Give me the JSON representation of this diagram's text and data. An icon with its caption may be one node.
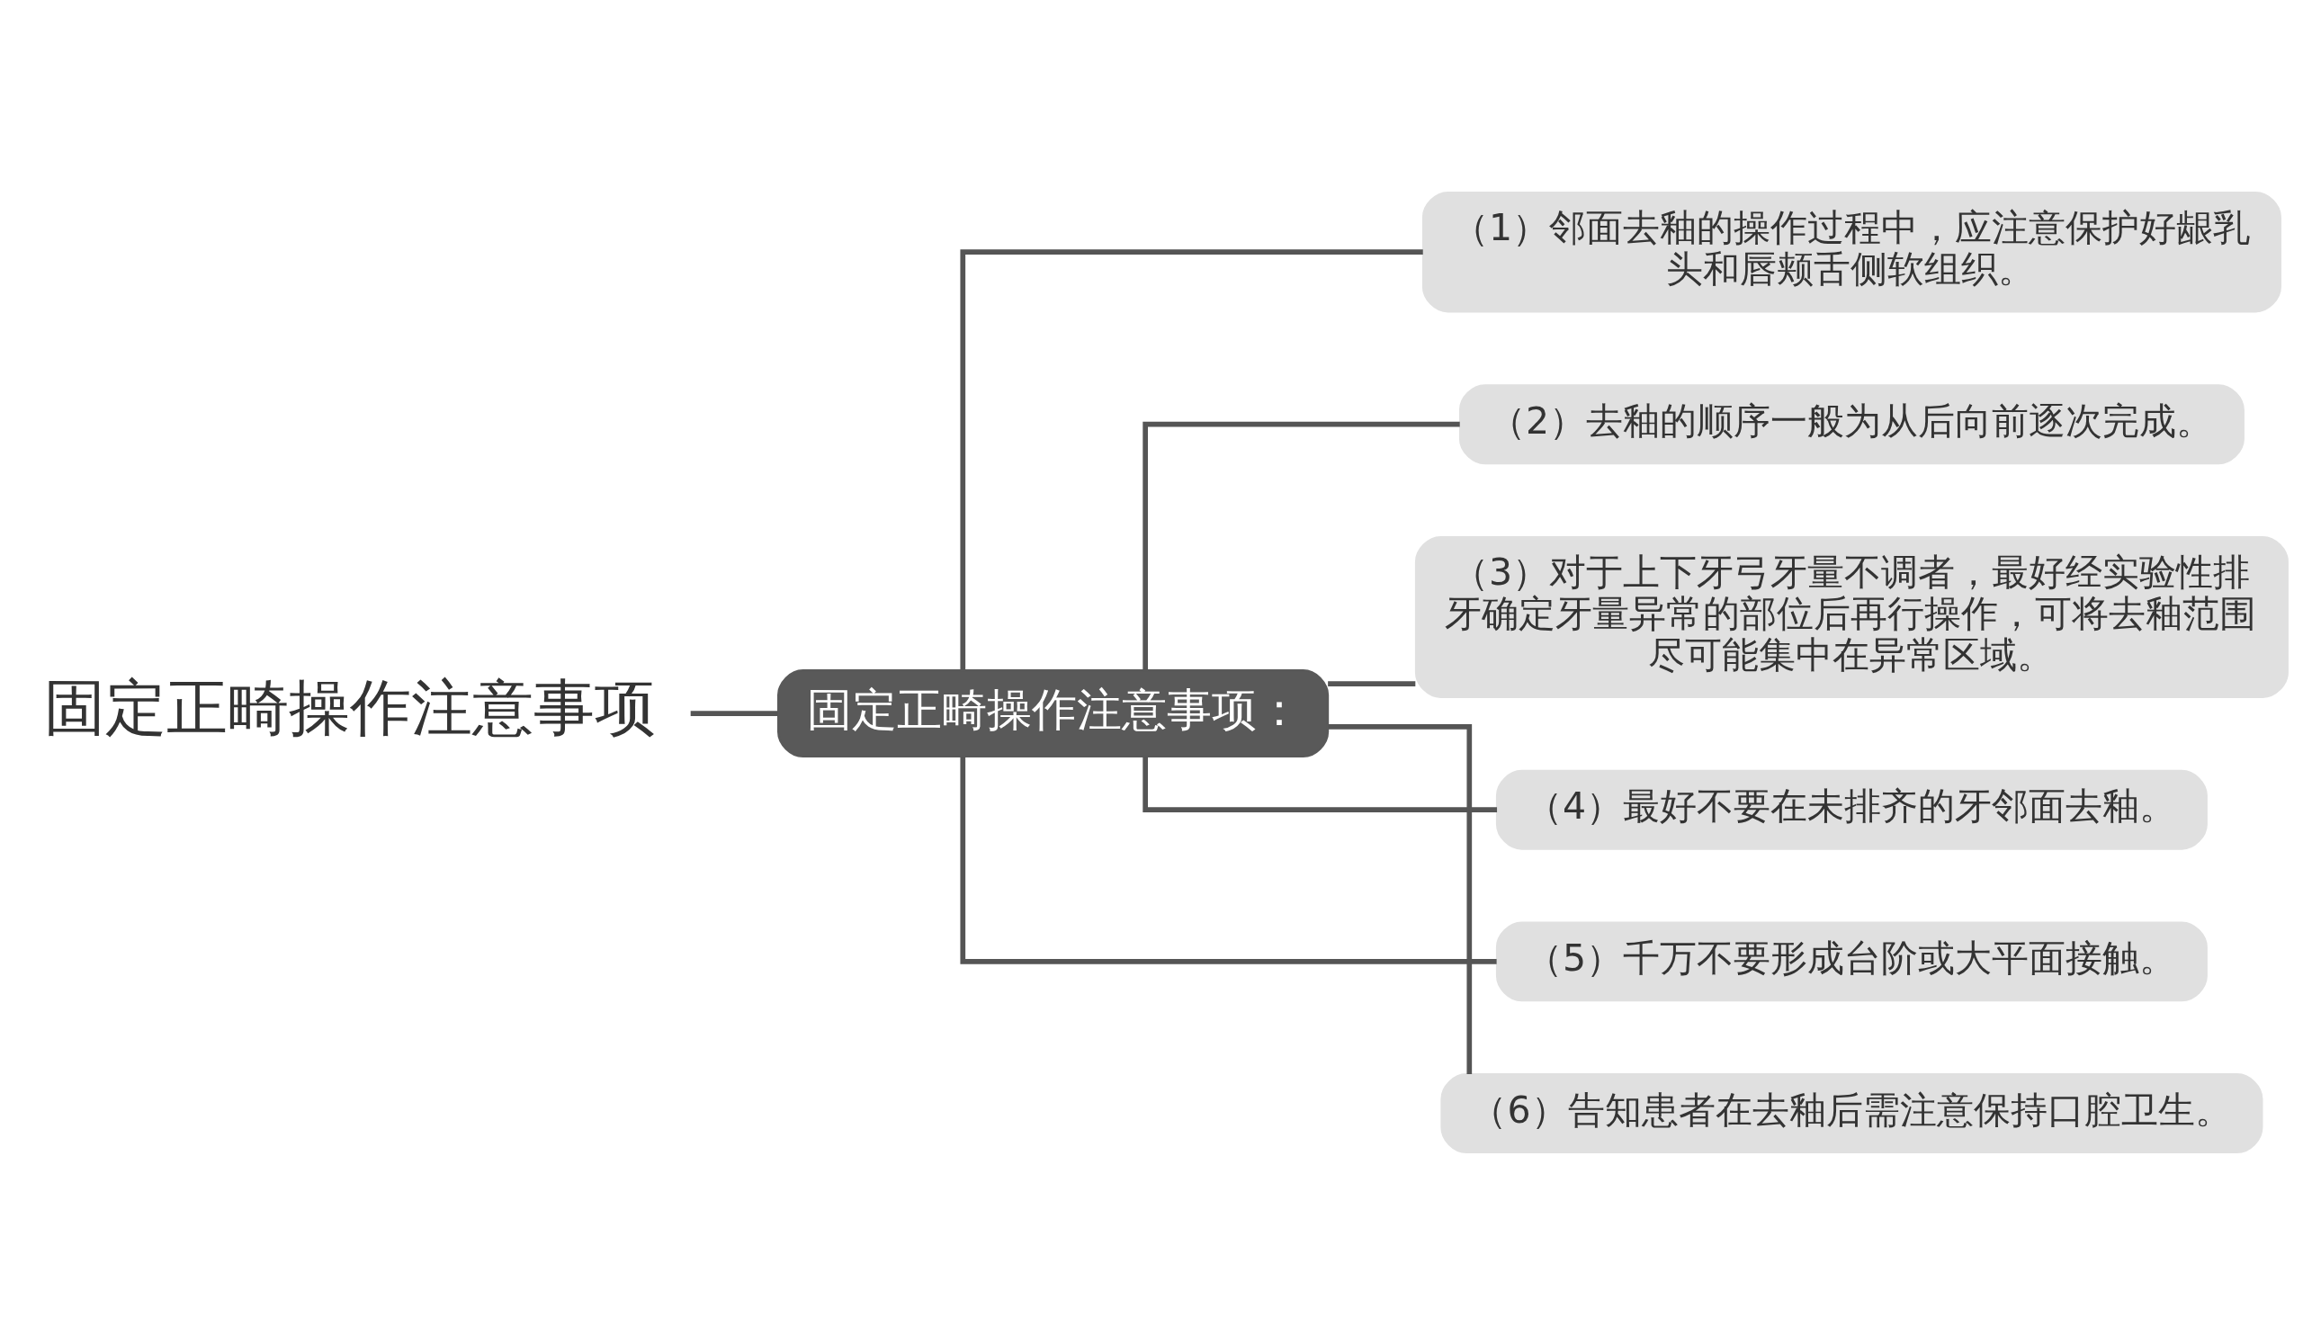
{
  "diagram": {
    "nodes": [
      {
        "text": [
          "固定正畸操作注意事项"
        ]
      },
      {
        "text": [
          "固定正畸操作注意事项："
        ]
      },
      {
        "text": [
          "（1）邻面去釉的操作过程中，应注意保护好龈乳头和唇颊舌侧软组织。"
        ]
      },
      {
        "text": [
          "（2）去釉的顺序一般为从后向前逐次完成。"
        ]
      },
      {
        "text": [
          "（3）对于上下牙弓牙量不调者，最好经实验性排牙确定牙量异常的部位后再行操作，可将去釉范围尽可能集中在异常区域。"
        ]
      },
      {
        "text": [
          "（4）最好不要在未排齐的牙邻面去釉。"
        ]
      },
      {
        "text": [
          "（5）千万不要形成台阶或大平面接触。"
        ]
      },
      {
        "text": [
          "（6）告知患者在去釉后需注意保持口腔卫生。"
        ]
      }
    ],
    "edges": [
      {
        "from": 0,
        "to": 1,
        "arrow": "none"
      },
      {
        "from": 1,
        "to": 2,
        "arrow": "none"
      },
      {
        "from": 1,
        "to": 3,
        "arrow": "none"
      },
      {
        "from": 1,
        "to": 4,
        "arrow": "none"
      },
      {
        "from": 1,
        "to": 5,
        "arrow": "none"
      },
      {
        "from": 1,
        "to": 6,
        "arrow": "none"
      },
      {
        "from": 1,
        "to": 7,
        "arrow": "none"
      }
    ]
  }
}
